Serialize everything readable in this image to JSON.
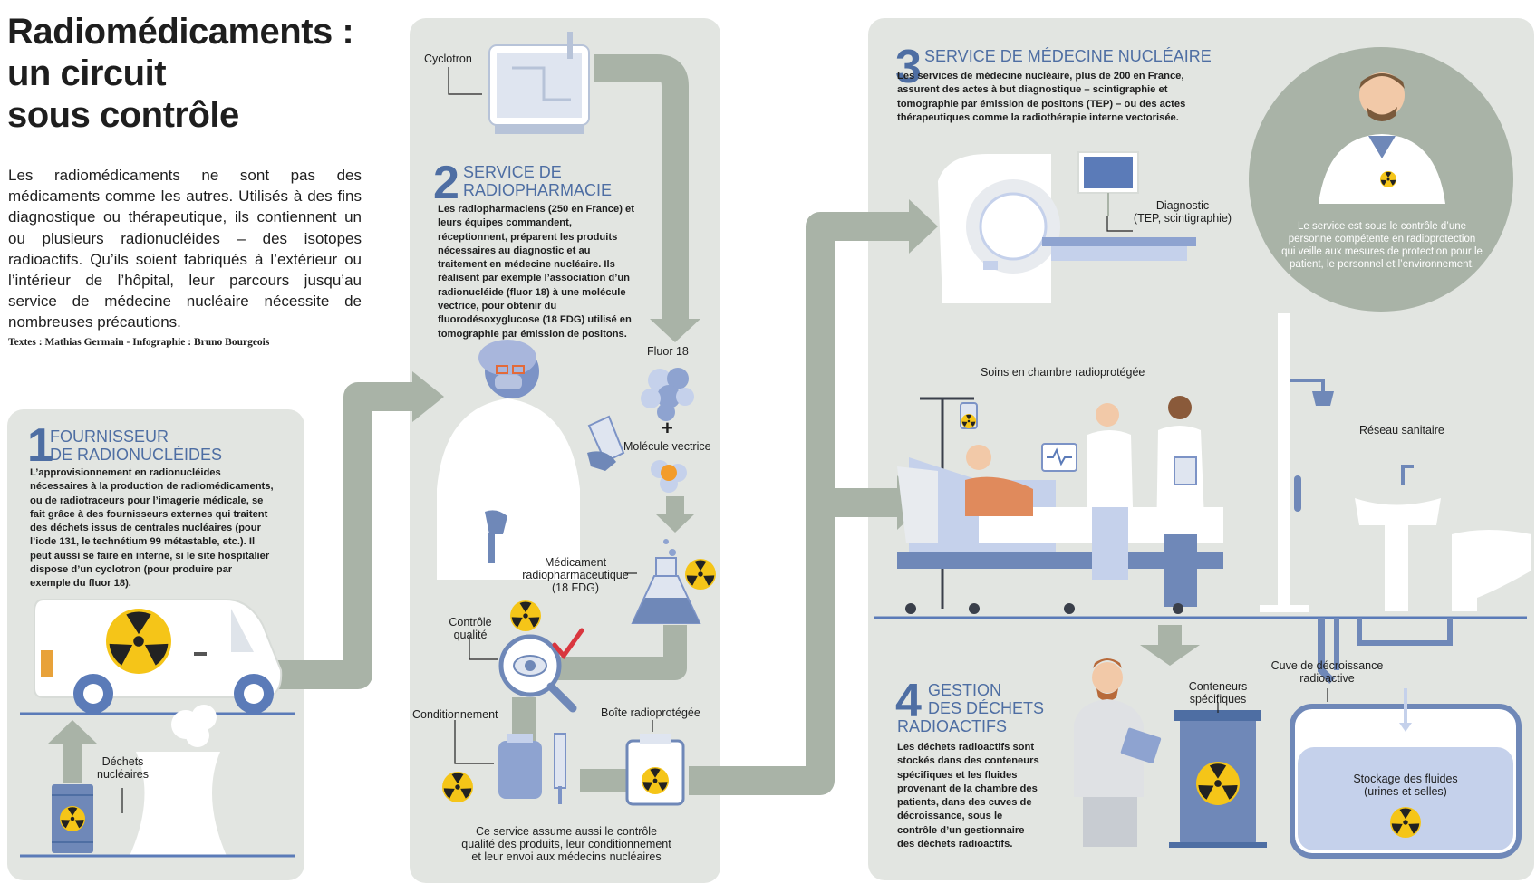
{
  "title": [
    "Radiomédicaments :",
    "un circuit",
    "sous contrôle"
  ],
  "intro": "Les radiomédicaments ne sont pas des médicaments comme les autres. Utilisés à des fins diagnostique ou thérapeutique, ils contiennent un ou plusieurs radionucléides – des isotopes radioactifs. Qu’ils soient fabriqués à l’extérieur ou l’intérieur de l’hôpital, leur parcours jusqu’au service de médecine nucléaire nécessite de nombreuses précautions.",
  "credit": "Textes : Mathias Germain - Infographie : Bruno Bourgeois",
  "colors": {
    "accent": "#4e6ea3",
    "panel": "#e2e5e1",
    "arrow": "#a9b3a7",
    "radiation": "#f5c518",
    "steel": "#6f88b8"
  },
  "section1": {
    "number": "1",
    "heading_line1": "FOURNISSEUR",
    "heading_line2": "DE RADIONUCLÉIDES",
    "text": "L’approvisionnement en radionucléides nécessaires à la production de radiomédicaments, ou de radiotraceurs pour l’imagerie médicale, se fait grâce à des fournisseurs externes qui traitent des déchets issus de centrales nucléaires (pour l’iode 131, le technétium 99 métastable, etc.). Il peut aussi se faire en interne, si le site hospitalier dispose d’un cyclotron (pour produire par exemple du fluor 18).",
    "label_dechets_1": "Déchets",
    "label_dechets_2": "nucléaires"
  },
  "section2": {
    "number": "2",
    "heading_line1": "SERVICE DE",
    "heading_line2": "RADIOPHARMACIE",
    "text": "Les radiopharmaciens (250 en France) et leurs équipes commandent, réceptionnent, préparent les produits nécessaires au diagnostic et au traitement en médecine nucléaire. Ils réalisent par exemple l’association d’un radionucléide (fluor 18) à une molécule vectrice, pour obtenir du fluorodésoxyglucose (18 FDG) utilisé en tomographie par émission de positons.",
    "label_cyclotron": "Cyclotron",
    "label_fluor": "Fluor 18",
    "label_plus": "+",
    "label_molecule": "Molécule vectrice",
    "label_medicament_1": "Médicament",
    "label_medicament_2": "radiopharmaceutique",
    "label_medicament_3": "(18 FDG)",
    "label_controle_1": "Contrôle",
    "label_controle_2": "qualité",
    "label_conditionnement": "Conditionnement",
    "label_boite": "Boîte radioprotégée",
    "footer_1": "Ce service assume aussi le contrôle",
    "footer_2": "qualité des produits, leur conditionnement",
    "footer_3": "et leur envoi aux médecins nucléaires"
  },
  "section3": {
    "number": "3",
    "heading": "SERVICE DE MÉDECINE NUCLÉAIRE",
    "text": "Les services de médecine nucléaire, plus de 200 en France, assurent des actes à but diagnostique – scintigraphie et tomographie par émission de positons (TEP) – ou des actes thérapeutiques comme la radiothérapie interne vectorisée.",
    "label_diagnostic_1": "Diagnostic",
    "label_diagnostic_2": "(TEP, scintigraphie)",
    "circle_text": "Le service est sous le contrôle d’une personne compétente en radioprotection qui veille aux mesures de protection pour le patient, le personnel et l’environnement.",
    "label_soins": "Soins en chambre radioprotégée",
    "label_reseau": "Réseau sanitaire"
  },
  "section4": {
    "number": "4",
    "heading_line1": "GESTION",
    "heading_line2": "DES DÉCHETS",
    "heading_line3": "RADIOACTIFS",
    "text": "Les déchets radioactifs sont stockés dans des conteneurs spécifiques et les fluides provenant de la chambre des patients, dans des cuves de décroissance, sous le contrôle d’un gestionnaire des déchets radioactifs.",
    "label_conteneurs_1": "Conteneurs",
    "label_conteneurs_2": "spécifiques",
    "label_cuve_1": "Cuve de décroissance",
    "label_cuve_2": "radioactive",
    "label_stockage_1": "Stockage des fluides",
    "label_stockage_2": "(urines et selles)"
  }
}
